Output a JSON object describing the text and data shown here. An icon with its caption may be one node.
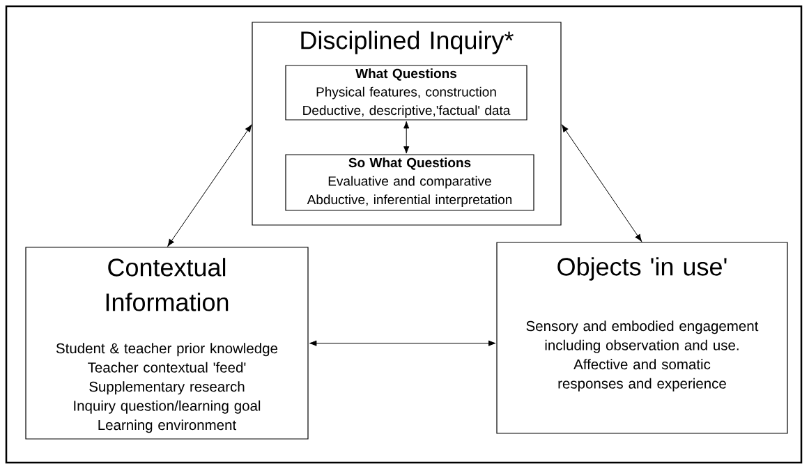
{
  "diagram": {
    "nodes": [
      {
        "text": [
          "Disciplined Inquiry*"
        ]
      },
      {
        "text": [
          "What Questions",
          "Physical features, construction",
          "Deductive, descriptive,'factual' data"
        ],
        "in": 0
      },
      {
        "text": [
          "So What Questions",
          "Evaluative and comparative",
          "Abductive, inferential interpretation"
        ],
        "in": 0
      },
      {
        "text": [
          "Contextual Information",
          "Student & teacher prior knowledge",
          "Teacher contextual 'feed'",
          "Supplementary research",
          "Inquiry question/learning goal",
          "Learning environment"
        ]
      },
      {
        "text": [
          "Objects 'in use'",
          "Sensory and embodied engagement including observation and use.",
          "Affective and somatic responses and experience"
        ]
      }
    ],
    "edges": [
      {
        "from": 1,
        "to": 2,
        "arrow": "both"
      },
      {
        "from": 3,
        "to": 0,
        "arrow": "both"
      },
      {
        "from": 0,
        "to": 4,
        "arrow": "both"
      },
      {
        "from": 3,
        "to": 4,
        "arrow": "both"
      }
    ]
  }
}
